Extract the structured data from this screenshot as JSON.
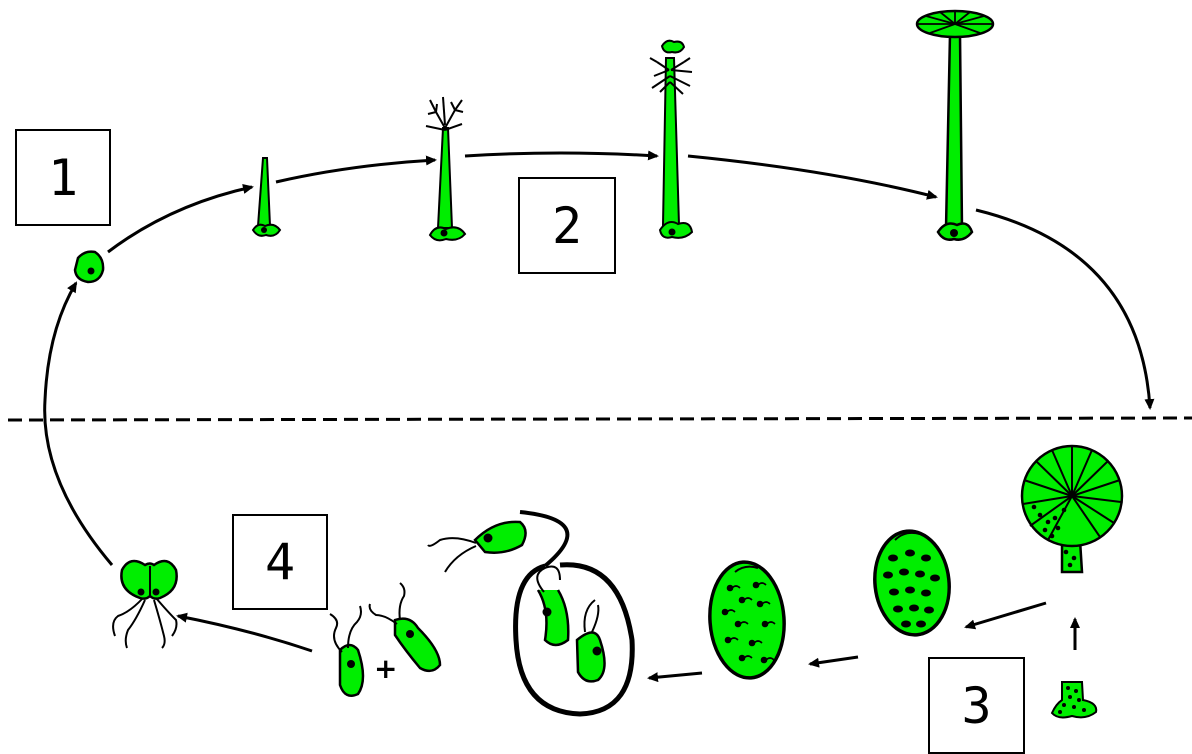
{
  "colors": {
    "cell": "#00ee00",
    "outline": "#000000",
    "background": "#ffffff"
  },
  "stages": [
    {
      "label": "1"
    },
    {
      "label": "2"
    },
    {
      "label": "3"
    },
    {
      "label": "4"
    }
  ],
  "fusion_symbol": "+"
}
